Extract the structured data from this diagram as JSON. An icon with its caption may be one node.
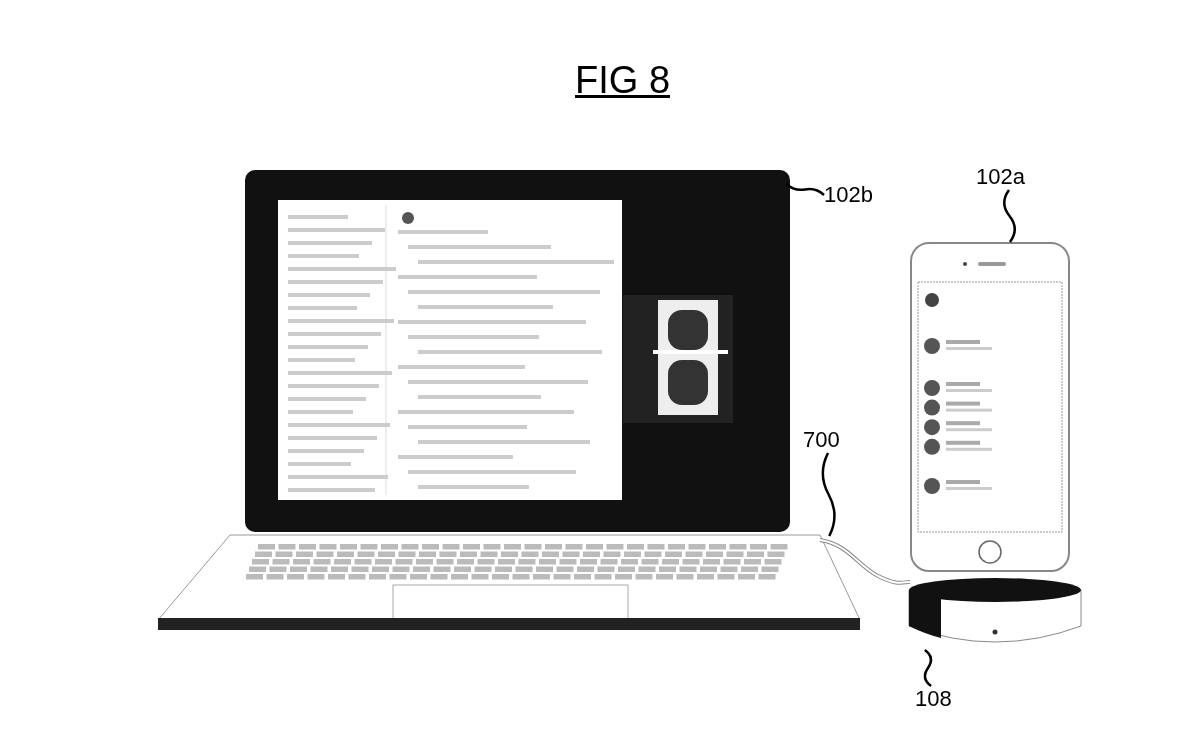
{
  "diagram": {
    "title": "FIG 8",
    "nodes": [
      {
        "text": [
          "102b"
        ]
      },
      {
        "text": [],
        "shape": "picture"
      },
      {
        "text": [
          "102a"
        ]
      },
      {
        "text": [],
        "shape": "picture"
      },
      {
        "text": [
          "700"
        ]
      },
      {
        "text": [],
        "shape": "picture"
      },
      {
        "text": [
          "108"
        ]
      },
      {
        "text": [],
        "shape": "picture"
      }
    ],
    "edges": [
      {
        "from": 0,
        "to": 1,
        "arrow": "none"
      },
      {
        "from": 2,
        "to": 3,
        "arrow": "none"
      },
      {
        "from": 4,
        "to": 5,
        "arrow": "none"
      },
      {
        "from": 6,
        "to": 7,
        "arrow": "none"
      }
    ]
  }
}
